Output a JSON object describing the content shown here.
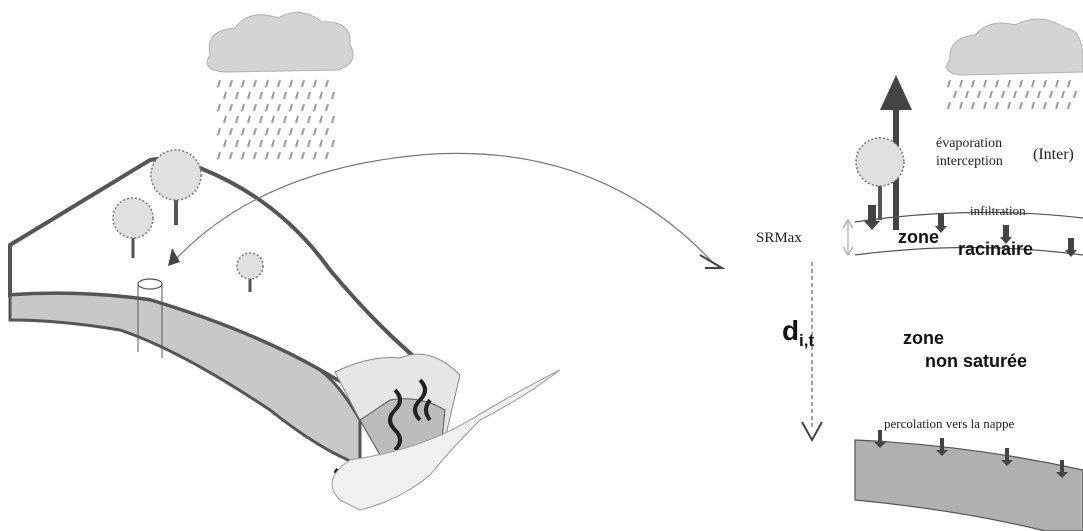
{
  "labels": {
    "evaporation": "évaporation",
    "interception": "interception",
    "inter": "(Inter)",
    "infiltration": "infiltration",
    "srmax": "SRMax",
    "zone": "zone",
    "racinaire": "racinaire",
    "d_main": "d",
    "d_sub": "i,t",
    "zone2": "zone",
    "non_saturee": "non saturée",
    "percolation": "percolation vers la nappe"
  },
  "colors": {
    "cloud": "#d4d4d4",
    "rain": "#9a9a9a",
    "slope_outline": "#555555",
    "soil_fill": "#c8c8c8",
    "river": "#222222",
    "water_table": "#b0b0b0"
  }
}
